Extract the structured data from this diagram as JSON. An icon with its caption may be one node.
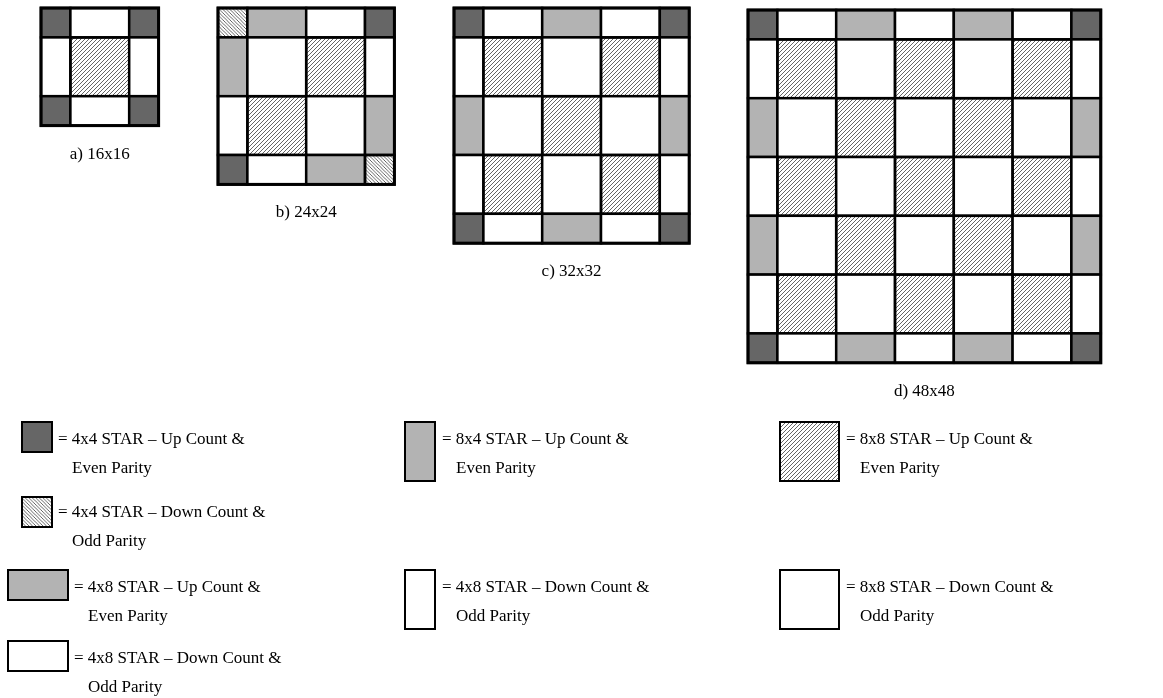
{
  "diagram": {
    "labels": [
      "a) 16x16",
      "b) 24x24",
      "c) 32x32",
      "d) 48x48"
    ],
    "legend": [
      {
        "text": "= 4x4 STAR – Up Count & Even Parity",
        "color": "#666666"
      },
      {
        "text": "= 8x4 STAR – Up Count & Even Parity",
        "color": "#b3b3b3"
      },
      {
        "text": "= 8x8 STAR – Up Count & Even Parity"
      },
      {
        "text": "= 4x4 STAR – Down Count & Odd Parity"
      },
      {
        "text": "= 4x8 STAR – Up Count & Even Parity",
        "color": "#b3b3b3"
      },
      {
        "text": "= 4x8 STAR – Down Count & Odd Parity",
        "color": "#ffffff"
      },
      {
        "text": "= 8x8 STAR – Down Count & Odd Parity",
        "color": "#ffffff"
      },
      {
        "text": "= 4x8 STAR – Down Count & Odd Parity",
        "color": "#ffffff"
      }
    ]
  }
}
